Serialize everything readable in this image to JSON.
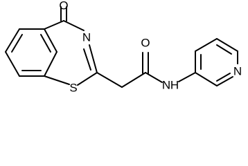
{
  "molecule": {
    "atom_labels": {
      "ring_oxygen": "O",
      "ring_nitrogen": "N",
      "ring_sulfur": "S",
      "amide_oxygen": "O",
      "amide_nitrogen": "N",
      "amide_hydrogen": "H",
      "pyridine_nitrogen": "N"
    }
  }
}
